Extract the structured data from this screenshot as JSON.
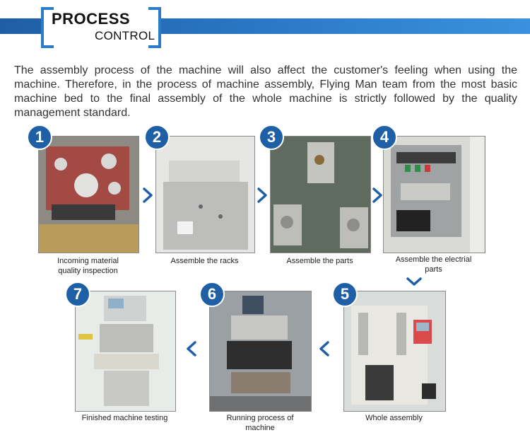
{
  "header": {
    "title": "PROCESS",
    "subtitle": "CONTROL"
  },
  "intro": "The assembly process of the machine will also affect the customer's feeling when using the machine. Therefore, in the process of machine assembly, Flying Man team from the most basic machine bed to the final assembly of the whole machine is strictly followed by the quality management standard.",
  "steps": [
    {
      "number": "1",
      "caption": "Incoming material quality inspection"
    },
    {
      "number": "2",
      "caption": "Assemble the racks"
    },
    {
      "number": "3",
      "caption": "Assemble the parts"
    },
    {
      "number": "4",
      "caption": "Assemble the electrial parts"
    },
    {
      "number": "5",
      "caption": "Whole assembly"
    },
    {
      "number": "6",
      "caption": "Running process of machine"
    },
    {
      "number": "7",
      "caption": "Finished machine testing"
    }
  ],
  "colors": {
    "accent": "#2a7bc8",
    "badge": "#1f5fa6"
  },
  "icons": {
    "arrow_right": "chevron-right-icon",
    "arrow_left": "chevron-left-icon",
    "arrow_down": "chevron-down-icon"
  }
}
